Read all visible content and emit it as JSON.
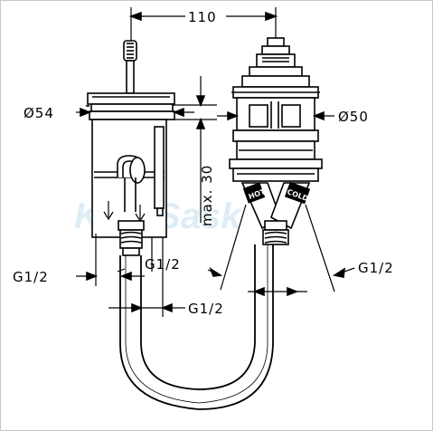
{
  "dimensions": {
    "width_top": "110",
    "diameter_left": "Ø54",
    "diameter_right": "Ø50",
    "max_depth": "max. 30",
    "thread_left": "G1/2",
    "thread_center_upper": "G1/2",
    "thread_center_lower": "G1/2",
    "thread_right": "G1/2"
  },
  "valve_labels": {
    "hot": "HOT",
    "cold": "COLD"
  },
  "watermark": "KranSask",
  "colors": {
    "line": "#000000",
    "background": "#ffffff",
    "watermark": "#b8d8ea"
  }
}
